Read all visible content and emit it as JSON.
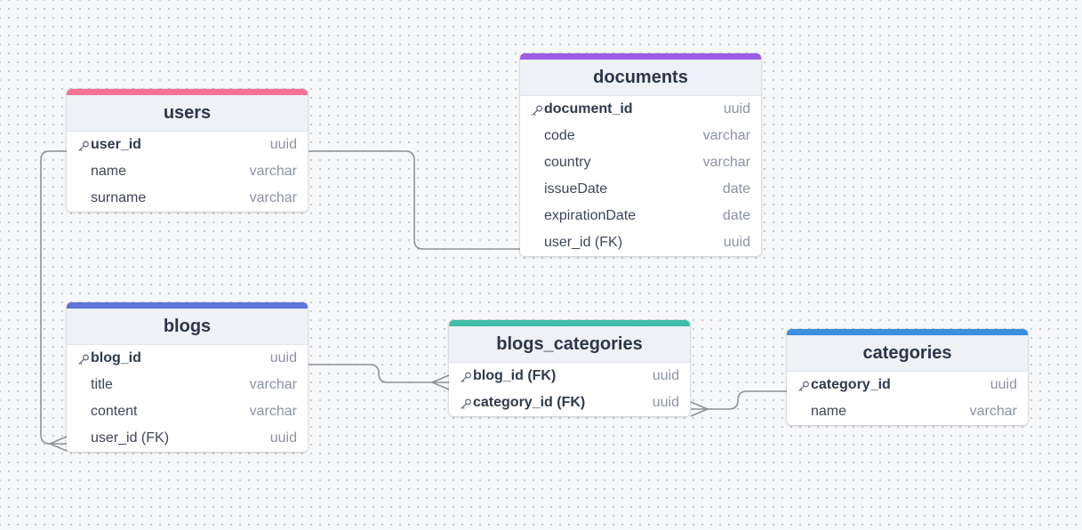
{
  "colors": {
    "users": "#f27398",
    "documents": "#9a5de4",
    "blogs": "#5f74d8",
    "blogs_categories": "#41bca7",
    "categories": "#3c8fdc",
    "connector": "#8e9197"
  },
  "tables": {
    "users": {
      "title": "users",
      "fields": [
        {
          "name": "user_id",
          "type": "uuid",
          "pk": true
        },
        {
          "name": "name",
          "type": "varchar",
          "pk": false
        },
        {
          "name": "surname",
          "type": "varchar",
          "pk": false
        }
      ]
    },
    "documents": {
      "title": "documents",
      "fields": [
        {
          "name": "document_id",
          "type": "uuid",
          "pk": true
        },
        {
          "name": "code",
          "type": "varchar",
          "pk": false
        },
        {
          "name": "country",
          "type": "varchar",
          "pk": false
        },
        {
          "name": "issueDate",
          "type": "date",
          "pk": false
        },
        {
          "name": "expirationDate",
          "type": "date",
          "pk": false
        },
        {
          "name": "user_id (FK)",
          "type": "uuid",
          "pk": false
        }
      ]
    },
    "blogs": {
      "title": "blogs",
      "fields": [
        {
          "name": "blog_id",
          "type": "uuid",
          "pk": true
        },
        {
          "name": "title",
          "type": "varchar",
          "pk": false
        },
        {
          "name": "content",
          "type": "varchar",
          "pk": false
        },
        {
          "name": "user_id (FK)",
          "type": "uuid",
          "pk": false
        }
      ]
    },
    "blogs_categories": {
      "title": "blogs_categories",
      "fields": [
        {
          "name": "blog_id (FK)",
          "type": "uuid",
          "pk": true
        },
        {
          "name": "category_id (FK)",
          "type": "uuid",
          "pk": true
        }
      ]
    },
    "categories": {
      "title": "categories",
      "fields": [
        {
          "name": "category_id",
          "type": "uuid",
          "pk": true
        },
        {
          "name": "name",
          "type": "varchar",
          "pk": false
        }
      ]
    }
  },
  "relations": [
    {
      "from": "users.user_id",
      "to": "documents.user_id (FK)",
      "cardinality": "one-to-one"
    },
    {
      "from": "users.user_id",
      "to": "blogs.user_id (FK)",
      "cardinality": "one-to-many"
    },
    {
      "from": "blogs.blog_id",
      "to": "blogs_categories.blog_id (FK)",
      "cardinality": "one-to-many"
    },
    {
      "from": "categories.category_id",
      "to": "blogs_categories.category_id (FK)",
      "cardinality": "one-to-many"
    }
  ]
}
